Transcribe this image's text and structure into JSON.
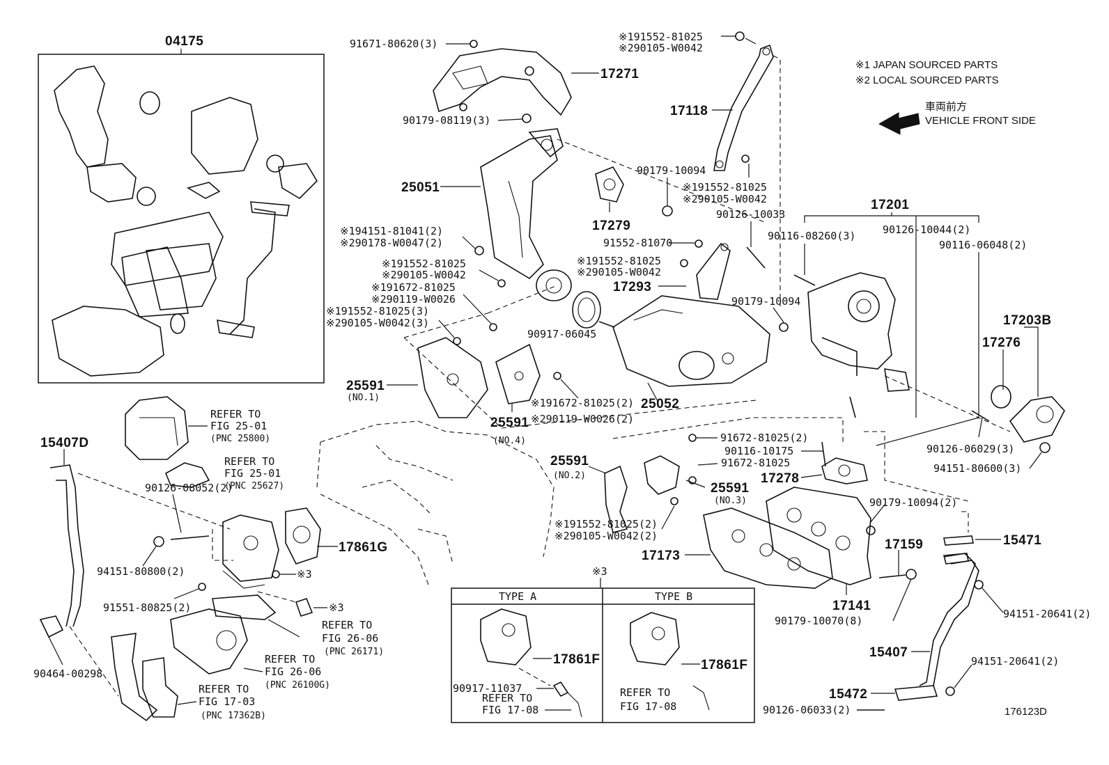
{
  "legend": {
    "note1": "※1 JAPAN SOURCED PARTS",
    "note2": "※2 LOCAL SOURCED PARTS",
    "front_jp": "車両前方",
    "front_en": "VEHICLE FRONT SIDE"
  },
  "diagram_id": "176123D",
  "kit": {
    "number": "04175"
  },
  "labels": {
    "p91671": "91671-80620(3)",
    "p17271": "17271",
    "p90179_08119": "90179-08119(3)",
    "p25051": "25051",
    "p194151a": "※194151-81041(2)",
    "p290178": "※290178-W0047(2)",
    "p191552a": "※191552-81025",
    "p290105a": "※290105-W0042",
    "p191672a": "※191672-81025",
    "p290119a": "※290119-W0026",
    "p191552b": "※191552-81025(3)",
    "p290105b": "※290105-W0042(3)",
    "p90917_06045": "90917-06045",
    "p25591_1": "25591",
    "p25591_1_sub": "(NO.1)",
    "p25591_4": "25591",
    "p25591_4_sub": "(NO.4)",
    "p191672b": "※191672-81025(2)",
    "p290119b": "※290119-W0026(2)",
    "p25052": "25052",
    "p191552_top": "※191552-81025",
    "p290105_top": "※290105-W0042",
    "p17118": "17118",
    "p90179_10094a": "90179-10094",
    "p191552c": "※191552-81025",
    "p290105c": "※290105-W0042",
    "p17279": "17279",
    "p91552_81070": "91552-81070",
    "p191552d": "※191552-81025",
    "p290105d": "※290105-W0042",
    "p17293": "17293",
    "p90126_10033": "90126-10033",
    "p17201": "17201",
    "p90116_08260": "90116-08260(3)",
    "p90126_10044": "90126-10044(2)",
    "p90116_06048": "90116-06048(2)",
    "p90179_10094b": "90179-10094",
    "p17203B": "17203B",
    "p17276": "17276",
    "p90126_06029": "90126-06029(3)",
    "p94151_80600": "94151-80600(3)",
    "p91672_a": "91672-81025(2)",
    "p90116_10175": "90116-10175",
    "p17278": "17278",
    "p91672_b": "91672-81025",
    "p25591_2": "25591",
    "p25591_2_sub": "(NO.2)",
    "p25591_3": "25591",
    "p25591_3_sub": "(NO.3)",
    "p191552e": "※191552-81025(2)",
    "p290105e": "※290105-W0042(2)",
    "p90179_10094c": "90179-10094(2)",
    "p15471": "15471",
    "p17159": "17159",
    "p17173": "17173",
    "p17141": "17141",
    "p90179_10070": "90179-10070(8)",
    "p94151_20641a": "94151-20641(2)",
    "p15407": "15407",
    "p94151_20641b": "94151-20641(2)",
    "p15472": "15472",
    "p90126_06033": "90126-06033(2)",
    "p15407D": "15407D",
    "p90126_08052": "90126-08052(2)",
    "p94151_80800": "94151-80800(2)",
    "p17861G": "17861G",
    "p91551_80825": "91551-80825(2)",
    "mark3a": "※3",
    "mark3b": "※3",
    "mark3c": "※3",
    "p90464_00298": "90464-00298"
  },
  "refers": {
    "r1_l1": "REFER TO",
    "r1_l2": "FIG 25-01",
    "r1_l3": "(PNC 25800)",
    "r2_l1": "REFER TO",
    "r2_l2": "FIG 25-01",
    "r2_l3": "(PNC 25627)",
    "r3_l1": "REFER TO",
    "r3_l2": "FIG 26-06",
    "r3_l3": "(PNC 26171)",
    "r4_l1": "REFER TO",
    "r4_l2": "FIG 26-06",
    "r4_l3": "(PNC 26100G)",
    "r5_l1": "REFER TO",
    "r5_l2": "FIG 17-03",
    "r5_l3": "(PNC 17362B)"
  },
  "inset": {
    "type_a": "TYPE A",
    "type_b": "TYPE B",
    "a_part": "17861F",
    "a_sensor": "90917-11037",
    "a_ref1": "REFER TO",
    "a_ref2": "FIG 17-08",
    "b_part": "17861F",
    "b_ref1": "REFER TO",
    "b_ref2": "FIG 17-08"
  }
}
